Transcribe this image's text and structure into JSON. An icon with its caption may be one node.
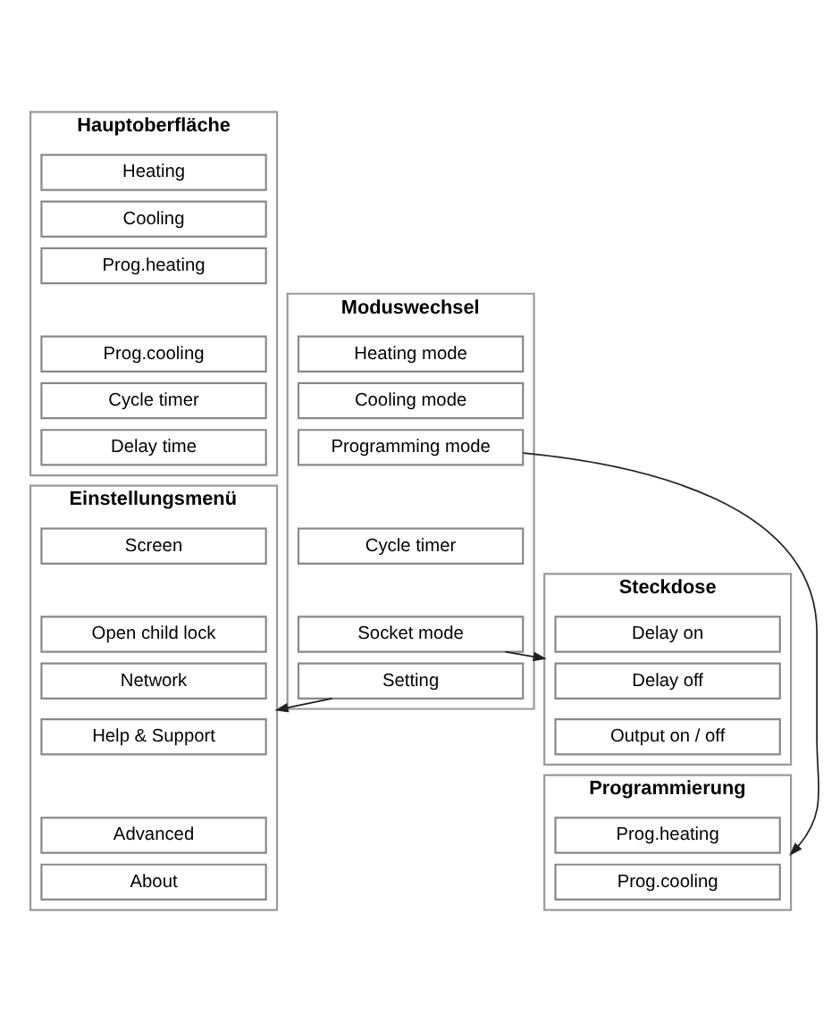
{
  "diagram": {
    "nodes": [
      {
        "text": [
          "Hauptoberfläche"
        ]
      },
      {
        "text": [
          "Heating"
        ],
        "in": 0
      },
      {
        "text": [
          "Cooling"
        ],
        "in": 0
      },
      {
        "text": [
          "Prog.heating"
        ],
        "in": 0
      },
      {
        "text": [
          "Prog.cooling"
        ],
        "in": 0
      },
      {
        "text": [
          "Cycle timer"
        ],
        "in": 0
      },
      {
        "text": [
          "Delay time"
        ],
        "in": 0
      },
      {
        "text": [
          "Moduswechsel"
        ]
      },
      {
        "text": [
          "Heating mode"
        ],
        "in": 7
      },
      {
        "text": [
          "Cooling mode"
        ],
        "in": 7
      },
      {
        "text": [
          "Programming mode"
        ],
        "in": 7
      },
      {
        "text": [
          "Cycle timer"
        ],
        "in": 7
      },
      {
        "text": [
          "Socket mode"
        ],
        "in": 7
      },
      {
        "text": [
          "Setting"
        ],
        "in": 7
      },
      {
        "text": [
          "Einstellungsmenü"
        ]
      },
      {
        "text": [
          "Screen"
        ],
        "in": 14
      },
      {
        "text": [
          "Open child lock"
        ],
        "in": 14
      },
      {
        "text": [
          "Network"
        ],
        "in": 14
      },
      {
        "text": [
          "Help & Support"
        ],
        "in": 14
      },
      {
        "text": [
          "Advanced"
        ],
        "in": 14
      },
      {
        "text": [
          "About"
        ],
        "in": 14
      },
      {
        "text": [
          "Steckdose"
        ]
      },
      {
        "text": [
          "Delay on"
        ],
        "in": 21
      },
      {
        "text": [
          "Delay off"
        ],
        "in": 21
      },
      {
        "text": [
          "Output on / off"
        ],
        "in": 21
      },
      {
        "text": [
          "Programmierung"
        ]
      },
      {
        "text": [
          "Prog.heating"
        ],
        "in": 25
      },
      {
        "text": [
          "Prog.cooling"
        ],
        "in": 25
      }
    ],
    "edges": [
      {
        "from": 13,
        "to": 14,
        "arrow": "to"
      },
      {
        "from": 12,
        "to": 21,
        "arrow": "to"
      },
      {
        "from": 10,
        "to": 25,
        "arrow": "to"
      }
    ]
  }
}
